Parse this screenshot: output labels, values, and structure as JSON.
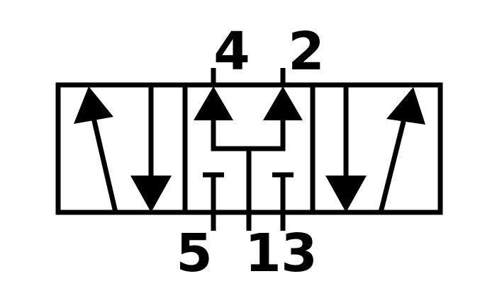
{
  "diagram": {
    "ports": {
      "top_left": "4",
      "top_right": "2",
      "bottom_left": "5",
      "bottom_middle": "1",
      "bottom_right": "3"
    },
    "colors": {
      "ink": "#000000",
      "background": "#ffffff"
    }
  }
}
